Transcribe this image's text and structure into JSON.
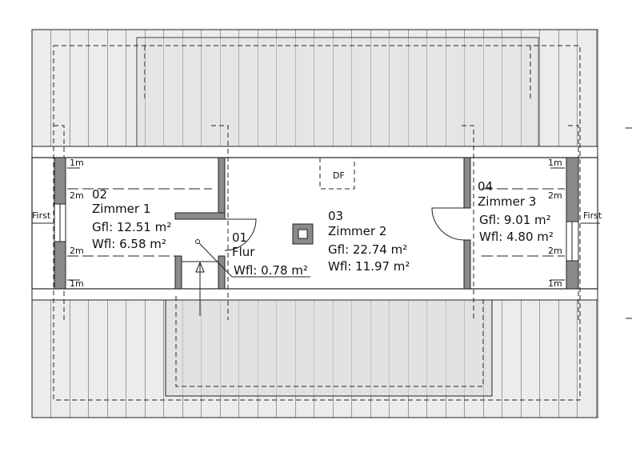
{
  "rooms": [
    {
      "number": "02",
      "name": "Zimmer 1",
      "gfl": "Gfl: 12.51 m²",
      "wfl": "Wfl: 6.58 m²"
    },
    {
      "number": "01",
      "name": "Flur",
      "wfl": "Wfl: 0.78 m²"
    },
    {
      "number": "03",
      "name": "Zimmer 2",
      "gfl": "Gfl: 22.74 m²",
      "wfl": "Wfl: 11.97 m²"
    },
    {
      "number": "04",
      "name": "Zimmer 3",
      "gfl": "Gfl: 9.01 m²",
      "wfl": "Wfl: 4.80 m²"
    }
  ],
  "labels": {
    "dormer": "DF",
    "ridge_left": "First",
    "ridge_right": "First",
    "height_1m": "1m",
    "height_2m": "2m"
  },
  "colors": {
    "roof_fill": "#ececec",
    "roof_shade": "#d9d9d9",
    "wall": "#8a8a8a",
    "line": "#222222"
  }
}
